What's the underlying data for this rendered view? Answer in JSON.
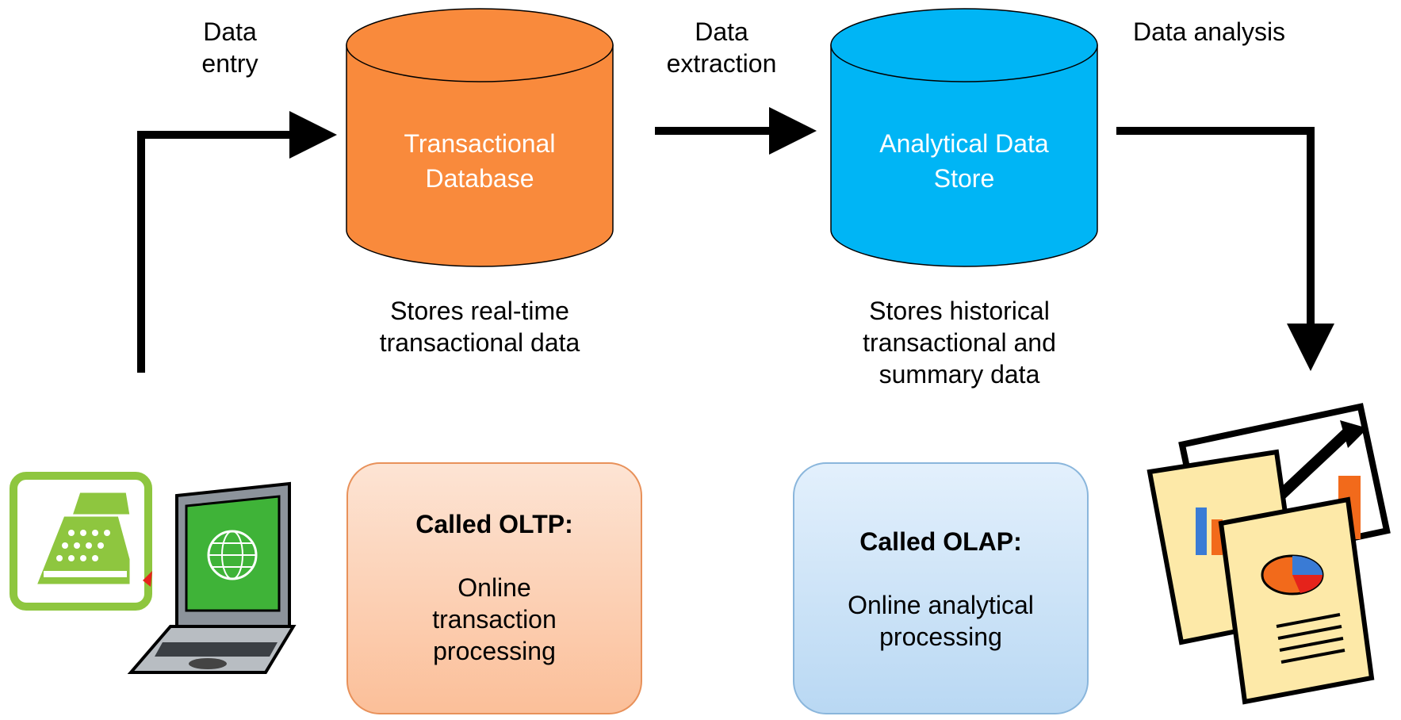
{
  "arrows": {
    "data_entry": [
      "Data",
      "entry"
    ],
    "data_extraction": [
      "Data",
      "extraction"
    ],
    "data_analysis": [
      "Data analysis"
    ]
  },
  "transactional_db": {
    "name": [
      "Transactional",
      "Database"
    ],
    "description": [
      "Stores real-time",
      "transactional data"
    ],
    "color": "#f98a3c"
  },
  "analytical_store": {
    "name": [
      "Analytical Data",
      "Store"
    ],
    "description": [
      "Stores historical",
      "transactional and",
      "summary data"
    ],
    "color": "#00b5f5"
  },
  "oltp": {
    "title": "Called OLTP:",
    "body": [
      "Online",
      "transaction",
      "processing"
    ]
  },
  "olap": {
    "title": "Called OLAP:",
    "body": [
      "Online analytical",
      "processing"
    ]
  },
  "icons": [
    "cash-register-icon",
    "laptop-globe-icon",
    "reports-chart-icon"
  ]
}
